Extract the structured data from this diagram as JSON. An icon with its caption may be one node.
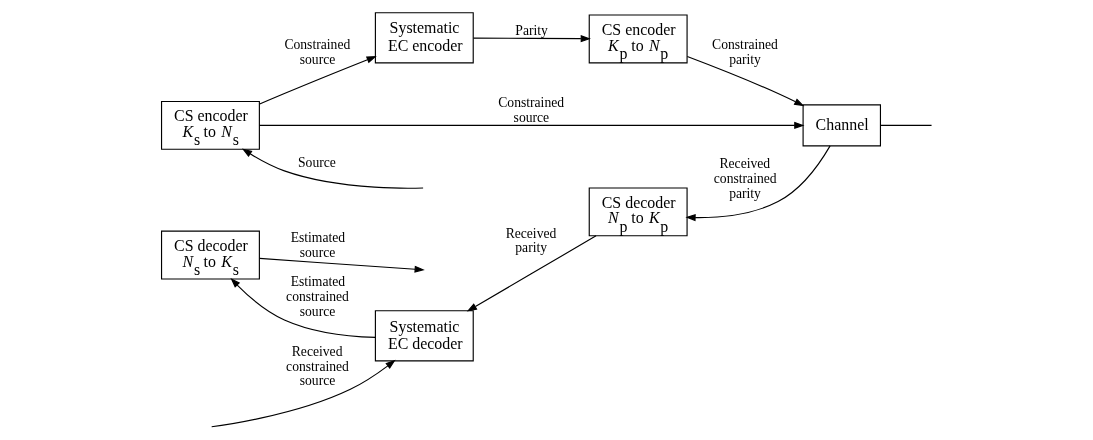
{
  "diagram": {
    "nodes": [
      {
        "text": [
          "CS encoder *K*$_{s}$ to *N*$_{s}$"
        ]
      },
      {
        "text": [
          "Systematic EC encoder"
        ]
      },
      {
        "text": [
          "CS encoder *K*$_{p}$ to *N*$_{p}$"
        ]
      },
      {
        "text": [
          "Channel"
        ]
      },
      {
        "text": [
          "CS decoder *N*$_{s}$ to *K*$_{s}$"
        ]
      },
      {
        "text": [
          "Systematic EC decoder"
        ]
      },
      {
        "text": [
          "CS decoder *N*$_{p}$ to *K*$_{p}$"
        ]
      }
    ],
    "edges": [
      {
        "from": null,
        "to": 0,
        "arrow": "to",
        "label": "Source"
      },
      {
        "from": 0,
        "to": 1,
        "arrow": "to",
        "label": "Constrained source"
      },
      {
        "from": 0,
        "to": 3,
        "arrow": "to",
        "label": "Constrained source"
      },
      {
        "from": 1,
        "to": 2,
        "arrow": "to",
        "label": "Parity"
      },
      {
        "from": 2,
        "to": 3,
        "arrow": "to",
        "label": "Constrained parity"
      },
      {
        "from": 3,
        "to": 6,
        "arrow": "to",
        "label": "Received constrained parity"
      },
      {
        "from": 6,
        "to": 5,
        "arrow": "to",
        "label": "Received parity"
      },
      {
        "from": 5,
        "to": 4,
        "arrow": "to",
        "label": "Estimated constrained source"
      },
      {
        "from": 4,
        "to": null,
        "arrow": "to",
        "label": "Estimated source"
      },
      {
        "from": 3,
        "to": null,
        "arrow": "none"
      },
      {
        "from": null,
        "to": 5,
        "arrow": "to",
        "label": "Received constrained source"
      }
    ]
  }
}
